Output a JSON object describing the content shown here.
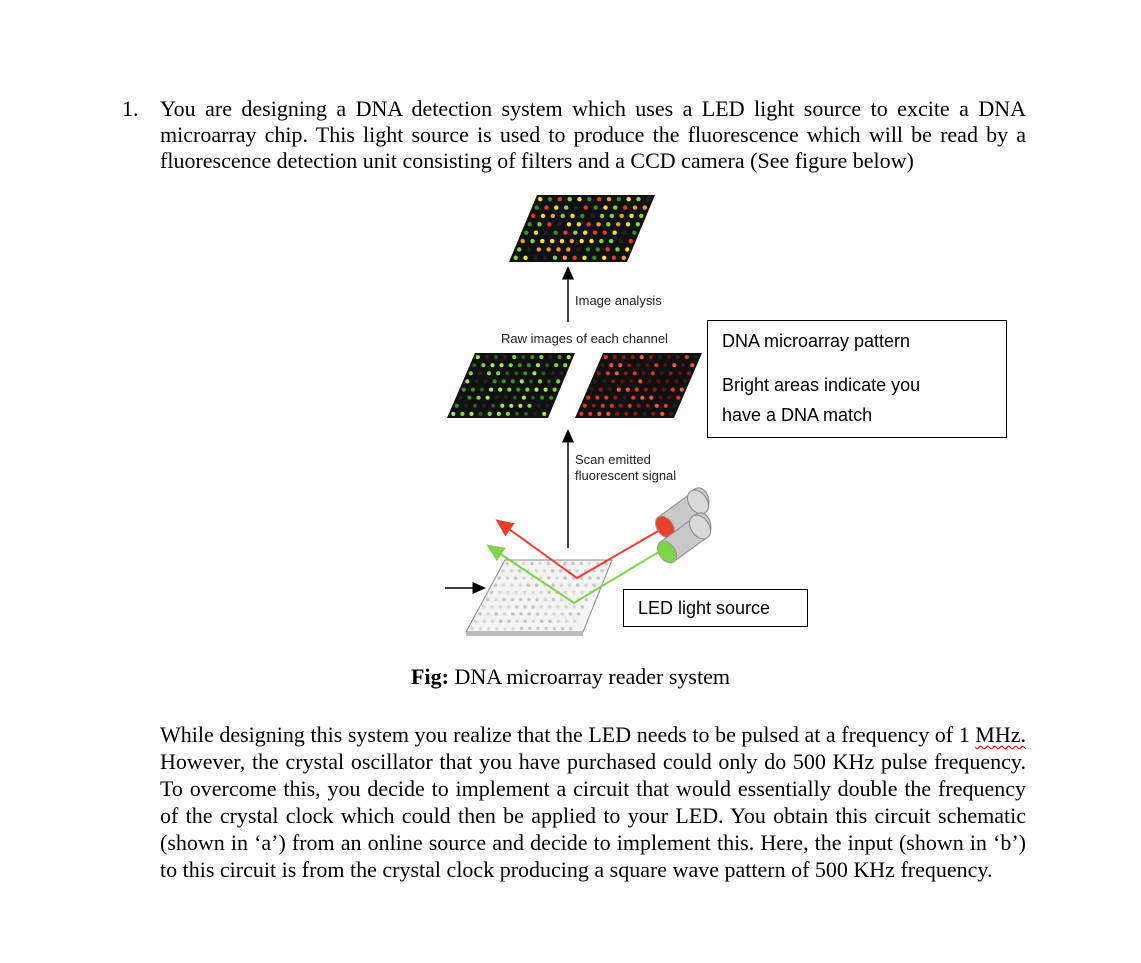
{
  "question": {
    "number": "1.",
    "text": "You are designing a DNA detection system which uses a LED light source to excite a DNA microarray chip. This light source is used to produce the fluorescence which will be read by a fluorescence detection unit consisting of filters and a CCD camera (See figure below)"
  },
  "figure": {
    "labels": {
      "image_analysis": "Image analysis",
      "raw_images": "Raw images of each channel",
      "scan_line1": "Scan emitted",
      "scan_line2": "fluorescent signal"
    },
    "callout_dna": {
      "title": "DNA microarray pattern",
      "line1": "Bright areas indicate you",
      "line2": "have a DNA match"
    },
    "callout_led": "LED light source",
    "caption_bold": "Fig:",
    "caption_text": " DNA microarray reader system",
    "colors": {
      "red_beam": "#e8402c",
      "green_beam": "#7fd34a",
      "chip_bg": "#111111"
    }
  },
  "paragraph": {
    "part1": "While designing this system you realize that the LED needs to be pulsed at a frequency of 1 ",
    "mhz": "MHz.",
    "part2": " However, the crystal oscillator that you have purchased could only do 500 KHz pulse frequency. To overcome this, you decide to implement a circuit that would essentially double the frequency of the crystal clock which could then be applied to your LED. You obtain this circuit schematic (shown in ‘a’) from an online source and decide to implement this. Here, the input (shown in ‘b’) to this circuit is from the crystal clock producing a square wave pattern of 500 KHz frequency."
  }
}
